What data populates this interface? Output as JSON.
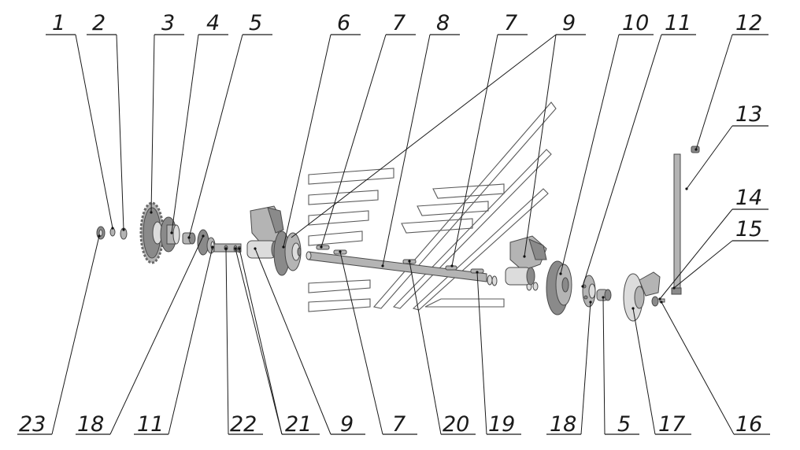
{
  "callouts_top": [
    "1",
    "2",
    "3",
    "4",
    "5",
    "6",
    "7",
    "8",
    "7",
    "9",
    "10",
    "11",
    "12",
    "13",
    "14",
    "15"
  ],
  "callouts_bottom": [
    "23",
    "18",
    "11",
    "22",
    "21",
    "9",
    "7",
    "20",
    "19",
    "18",
    "5",
    "17",
    "16"
  ]
}
